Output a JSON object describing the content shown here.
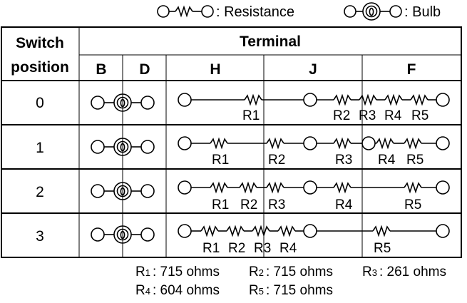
{
  "legend": {
    "resistance_label": ": Resistance",
    "bulb_label": ": Bulb"
  },
  "table": {
    "header_switch_line1": "Switch",
    "header_switch_line2": "position",
    "header_terminal": "Terminal",
    "columns": [
      "B",
      "D",
      "H",
      "J",
      "F"
    ]
  },
  "rows": [
    {
      "position": "0",
      "labels": [
        "R1",
        "R2",
        "R3",
        "R4",
        "R5"
      ]
    },
    {
      "position": "1",
      "labels": [
        "R1",
        "R2",
        "R3",
        "R4",
        "R5"
      ]
    },
    {
      "position": "2",
      "labels": [
        "R1",
        "R2",
        "R3",
        "R4",
        "R5"
      ]
    },
    {
      "position": "3",
      "labels": [
        "R1",
        "R2",
        "R3",
        "R4",
        "R5"
      ]
    }
  ],
  "resistor_values": [
    {
      "name": "R",
      "sub": "1",
      "value": ": 715 ohms"
    },
    {
      "name": "R",
      "sub": "2",
      "value": ": 715 ohms"
    },
    {
      "name": "R",
      "sub": "3",
      "value": ": 261 ohms"
    },
    {
      "name": "R",
      "sub": "4",
      "value": ": 604 ohms"
    },
    {
      "name": "R",
      "sub": "5",
      "value": ": 715 ohms"
    }
  ]
}
